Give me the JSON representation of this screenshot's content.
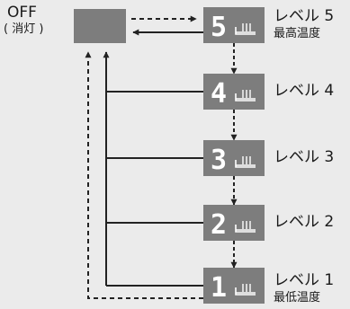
{
  "off": {
    "title": "OFF",
    "subtitle": "( 消灯 )"
  },
  "levels": [
    {
      "digit": "5",
      "label": "レベル 5",
      "sublabel": "最高温度"
    },
    {
      "digit": "4",
      "label": "レベル 4"
    },
    {
      "digit": "3",
      "label": "レベル 3"
    },
    {
      "digit": "2",
      "label": "レベル 2"
    },
    {
      "digit": "1",
      "label": "レベル 1",
      "sublabel": "最低温度"
    }
  ],
  "colors": {
    "background": "#ebebeb",
    "display": "#7d7d7d",
    "digit": "#ffffff",
    "line": "#222222"
  }
}
